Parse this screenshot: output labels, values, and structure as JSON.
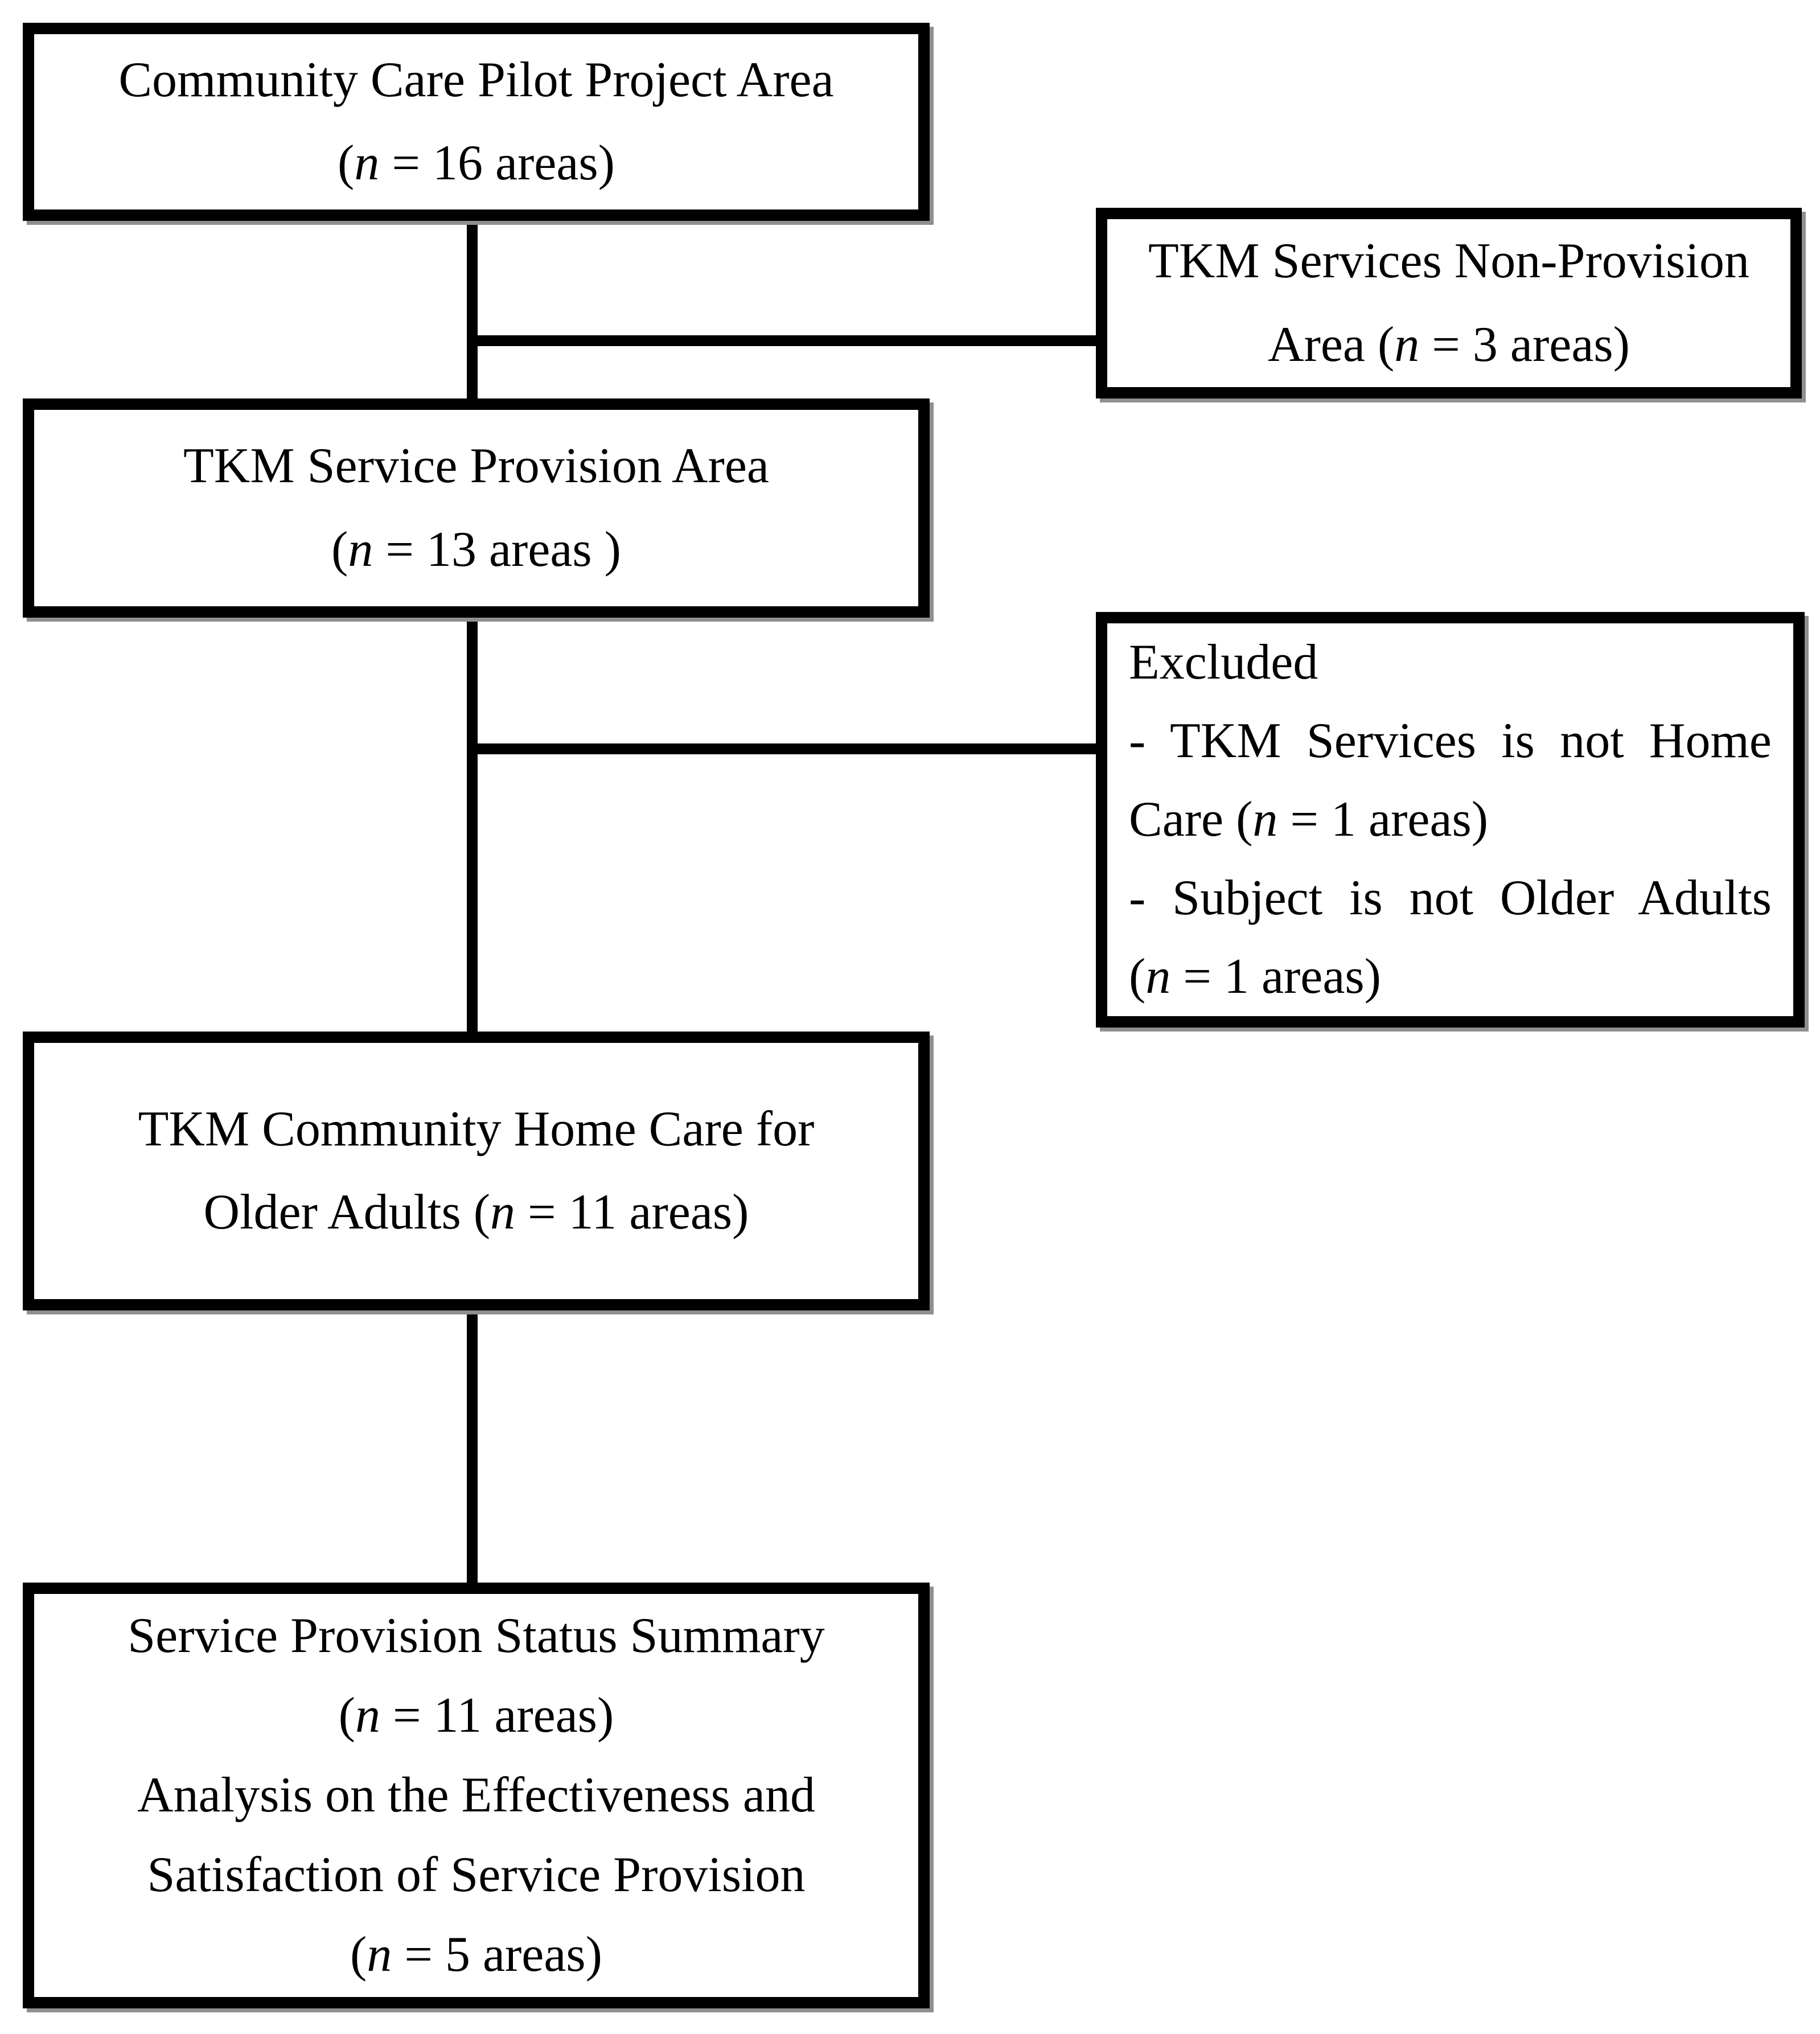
{
  "diagram": {
    "type": "flowchart",
    "colors": {
      "background": "#ffffff",
      "box_fill": "#ffffff",
      "box_border": "#000000",
      "text": "#000000",
      "connector": "#000000",
      "shadow": "#8f8f8f"
    },
    "boxes": [
      {
        "id": "community-care-pilot-project-area",
        "lines": [
          {
            "segments": [
              {
                "text": "Community Care Pilot Project Area"
              }
            ]
          },
          {
            "segments": [
              {
                "text": "("
              },
              {
                "text": "n",
                "italic": true
              },
              {
                "text": " = 16 areas)"
              }
            ]
          }
        ]
      },
      {
        "id": "tkm-services-non-provision-area",
        "lines": [
          {
            "segments": [
              {
                "text": "TKM Services Non-Provision"
              }
            ]
          },
          {
            "segments": [
              {
                "text": "Area ("
              },
              {
                "text": "n",
                "italic": true
              },
              {
                "text": " = 3 areas)"
              }
            ]
          }
        ]
      },
      {
        "id": "tkm-service-provision-area",
        "lines": [
          {
            "segments": [
              {
                "text": "TKM Service Provision Area"
              }
            ]
          },
          {
            "segments": [
              {
                "text": "("
              },
              {
                "text": "n",
                "italic": true
              },
              {
                "text": " = 13 areas )"
              }
            ]
          }
        ]
      },
      {
        "id": "excluded",
        "lines": [
          {
            "segments": [
              {
                "text": "Excluded"
              }
            ]
          },
          {
            "stretch": true,
            "segments": [
              {
                "text": "- TKM Services is not Home"
              }
            ]
          },
          {
            "segments": [
              {
                "text": "Care ("
              },
              {
                "text": "n",
                "italic": true
              },
              {
                "text": " = 1 areas)"
              }
            ]
          },
          {
            "stretch": true,
            "segments": [
              {
                "text": "- Subject is not Older Adults"
              }
            ]
          },
          {
            "segments": [
              {
                "text": "("
              },
              {
                "text": "n",
                "italic": true
              },
              {
                "text": " = 1 areas)"
              }
            ]
          }
        ]
      },
      {
        "id": "tkm-community-home-care-older-adults",
        "lines": [
          {
            "segments": [
              {
                "text": "TKM Community Home Care for"
              }
            ]
          },
          {
            "segments": [
              {
                "text": "Older Adults ("
              },
              {
                "text": "n",
                "italic": true
              },
              {
                "text": " = 11 areas)"
              }
            ]
          }
        ]
      },
      {
        "id": "service-provision-status-summary",
        "lines": [
          {
            "segments": [
              {
                "text": "Service Provision Status Summary"
              }
            ]
          },
          {
            "segments": [
              {
                "text": "("
              },
              {
                "text": "n",
                "italic": true
              },
              {
                "text": " = 11 areas)"
              }
            ]
          },
          {
            "segments": [
              {
                "text": "Analysis on the Effectiveness and"
              }
            ]
          },
          {
            "segments": [
              {
                "text": "Satisfaction of Service Provision"
              }
            ]
          },
          {
            "segments": [
              {
                "text": "("
              },
              {
                "text": "n",
                "italic": true
              },
              {
                "text": " = 5 areas)"
              }
            ]
          }
        ]
      }
    ]
  }
}
